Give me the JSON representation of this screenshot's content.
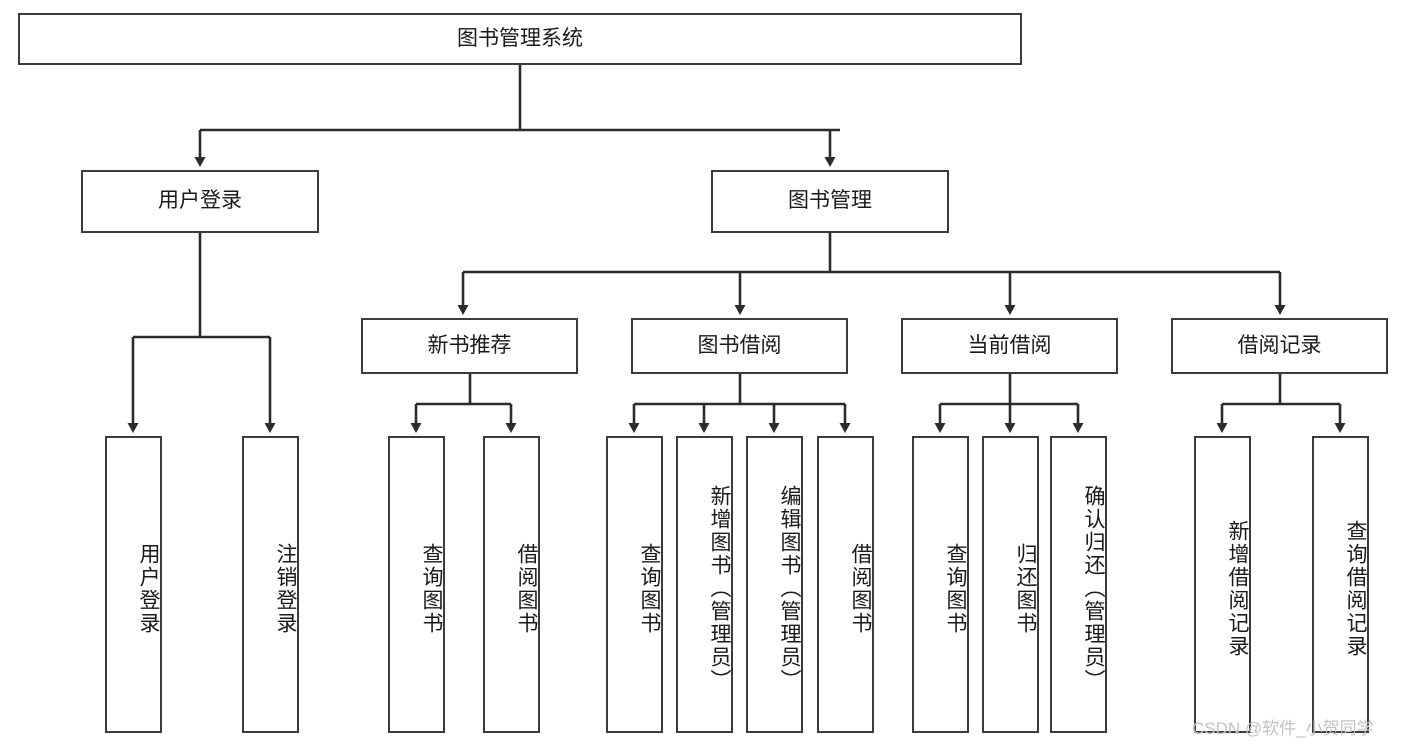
{
  "diagram": {
    "type": "tree-hierarchy",
    "title": "图书管理系统",
    "watermark": "CSDN @软件_小贺同学",
    "colors": {
      "box_border": "#3b3b3b",
      "box_fill": "#ffffff",
      "connector": "#2b2b2b",
      "text": "#1a1a1a",
      "watermark": "#c2c2c2",
      "background": "#ffffff"
    },
    "levels": [
      {
        "level": 0,
        "nodes": [
          {
            "id": "root",
            "label": "图书管理系统",
            "orientation": "horizontal"
          }
        ]
      },
      {
        "level": 1,
        "nodes": [
          {
            "id": "user-login",
            "label": "用户登录",
            "orientation": "horizontal",
            "parent": "root"
          },
          {
            "id": "book-manage",
            "label": "图书管理",
            "orientation": "horizontal",
            "parent": "root"
          }
        ]
      },
      {
        "level": 2,
        "nodes": [
          {
            "id": "new-book-recommend",
            "label": "新书推荐",
            "orientation": "horizontal",
            "parent": "book-manage"
          },
          {
            "id": "book-borrow",
            "label": "图书借阅",
            "orientation": "horizontal",
            "parent": "book-manage"
          },
          {
            "id": "current-borrow",
            "label": "当前借阅",
            "orientation": "horizontal",
            "parent": "book-manage"
          },
          {
            "id": "borrow-record",
            "label": "借阅记录",
            "orientation": "horizontal",
            "parent": "book-manage"
          }
        ]
      },
      {
        "level": 3,
        "nodes": [
          {
            "id": "leaf-user-login",
            "label": "用户登录",
            "orientation": "vertical",
            "parent": "user-login"
          },
          {
            "id": "leaf-logout-login",
            "label": "注销登录",
            "orientation": "vertical",
            "parent": "user-login"
          },
          {
            "id": "leaf-query-book-1",
            "label": "查询图书",
            "orientation": "vertical",
            "parent": "new-book-recommend"
          },
          {
            "id": "leaf-borrow-book-1",
            "label": "借阅图书",
            "orientation": "vertical",
            "parent": "new-book-recommend"
          },
          {
            "id": "leaf-query-book-2",
            "label": "查询图书",
            "orientation": "vertical",
            "parent": "book-borrow"
          },
          {
            "id": "leaf-add-book",
            "label": "新增图书（管理员）",
            "orientation": "vertical",
            "parent": "book-borrow"
          },
          {
            "id": "leaf-edit-book",
            "label": "编辑图书（管理员）",
            "orientation": "vertical",
            "parent": "book-borrow"
          },
          {
            "id": "leaf-borrow-book-2",
            "label": "借阅图书",
            "orientation": "vertical",
            "parent": "book-borrow"
          },
          {
            "id": "leaf-query-book-3",
            "label": "查询图书",
            "orientation": "vertical",
            "parent": "current-borrow"
          },
          {
            "id": "leaf-return-book",
            "label": "归还图书",
            "orientation": "vertical",
            "parent": "current-borrow"
          },
          {
            "id": "leaf-confirm-return",
            "label": "确认归还（管理员）",
            "orientation": "vertical",
            "parent": "current-borrow"
          },
          {
            "id": "leaf-add-record",
            "label": "新增借阅记录",
            "orientation": "vertical",
            "parent": "borrow-record"
          },
          {
            "id": "leaf-query-record",
            "label": "查询借阅记录",
            "orientation": "vertical",
            "parent": "borrow-record"
          }
        ]
      }
    ]
  }
}
